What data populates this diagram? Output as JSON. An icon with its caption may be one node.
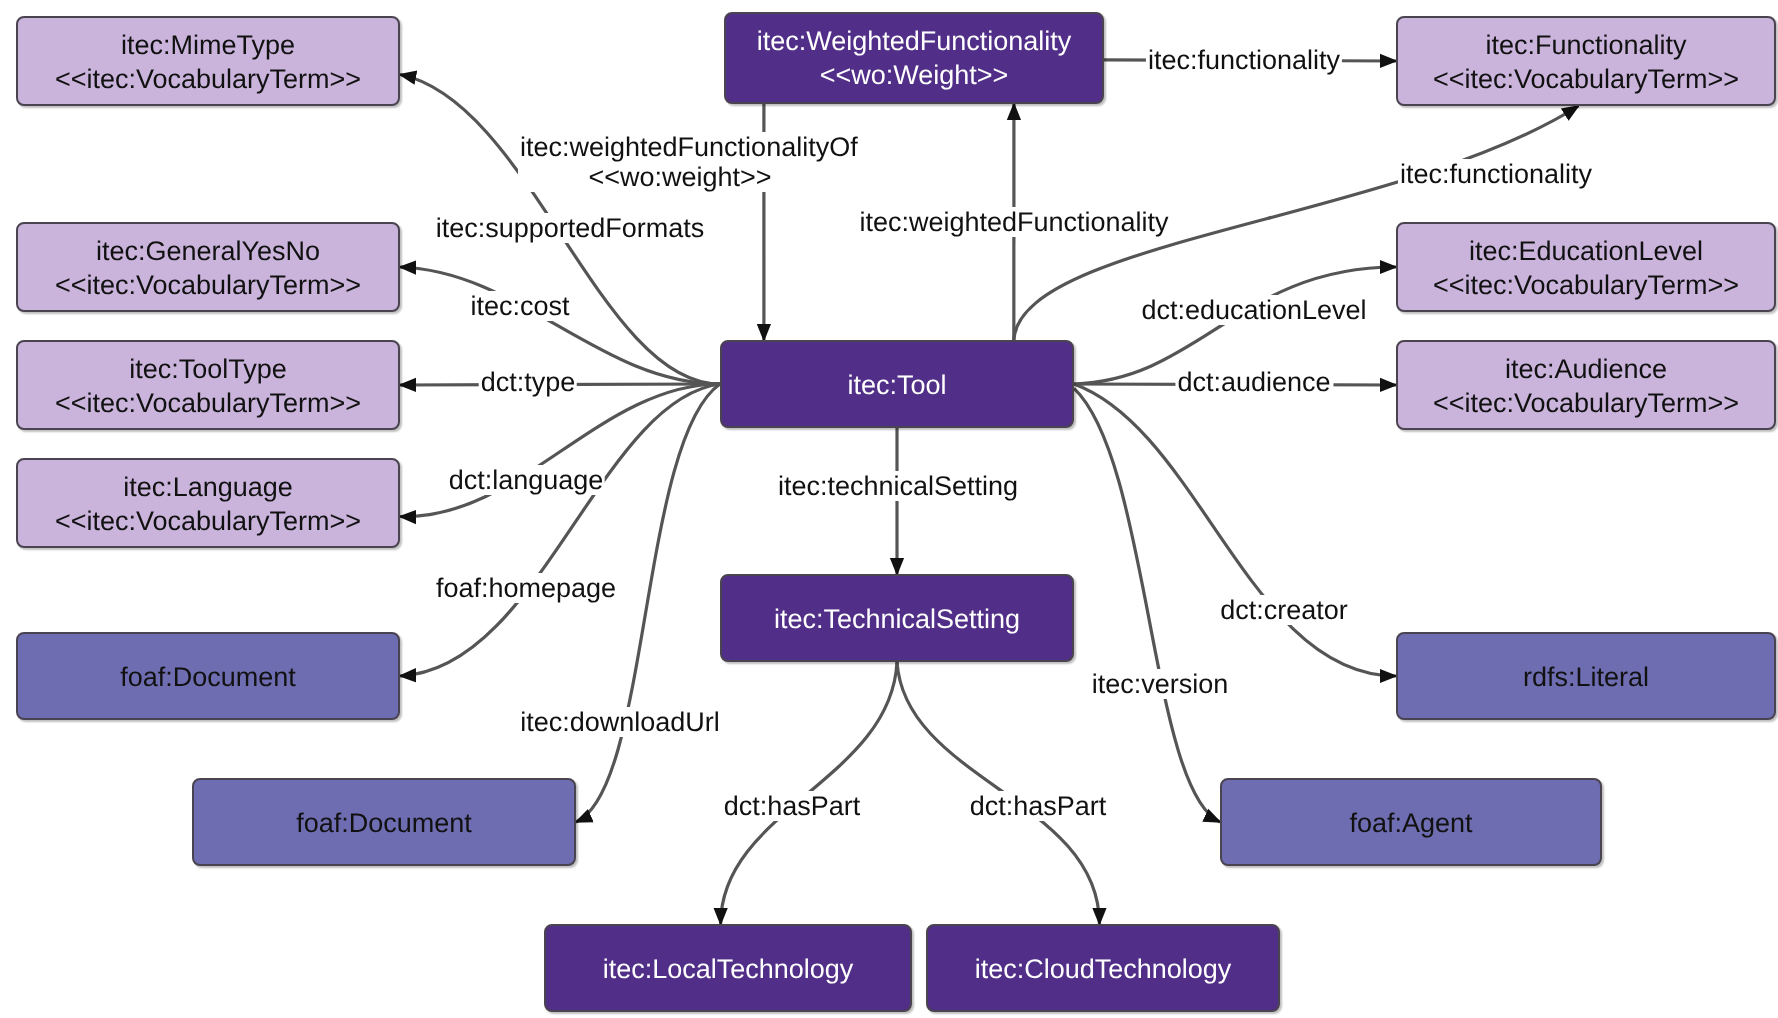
{
  "diagram": {
    "nodes": [
      {
        "text": [
          "itec:MimeType",
          "<<itec:VocabularyTerm>>"
        ]
      },
      {
        "text": [
          "itec:WeightedFunctionality",
          "<<wo:Weight>>"
        ]
      },
      {
        "text": [
          "itec:Functionality",
          "<<itec:VocabularyTerm>>"
        ]
      },
      {
        "text": [
          "itec:GeneralYesNo",
          "<<itec:VocabularyTerm>>"
        ]
      },
      {
        "text": [
          "itec:EducationLevel",
          "<<itec:VocabularyTerm>>"
        ]
      },
      {
        "text": [
          "itec:ToolType",
          "<<itec:VocabularyTerm>>"
        ]
      },
      {
        "text": [
          "itec:Tool"
        ]
      },
      {
        "text": [
          "itec:Audience",
          "<<itec:VocabularyTerm>>"
        ]
      },
      {
        "text": [
          "itec:Language",
          "<<itec:VocabularyTerm>>"
        ]
      },
      {
        "text": [
          "itec:TechnicalSetting"
        ]
      },
      {
        "text": [
          "foaf:Document"
        ]
      },
      {
        "text": [
          "rdfs:Literal"
        ]
      },
      {
        "text": [
          "foaf:Document"
        ]
      },
      {
        "text": [
          "foaf:Agent"
        ]
      },
      {
        "text": [
          "itec:LocalTechnology"
        ]
      },
      {
        "text": [
          "itec:CloudTechnology"
        ]
      }
    ],
    "edges": [
      {
        "from": 6,
        "to": 0,
        "arrow": "to",
        "label": "itec:supportedFormats"
      },
      {
        "from": 6,
        "to": 3,
        "arrow": "to",
        "label": "itec:cost"
      },
      {
        "from": 6,
        "to": 5,
        "arrow": "to",
        "label": "dct:type"
      },
      {
        "from": 6,
        "to": 8,
        "arrow": "to",
        "label": "dct:language"
      },
      {
        "from": 6,
        "to": 10,
        "arrow": "to",
        "label": "foaf:homepage"
      },
      {
        "from": 6,
        "to": 12,
        "arrow": "to",
        "label": "itec:downloadUrl"
      },
      {
        "from": 6,
        "to": 9,
        "arrow": "to",
        "label": "itec:technicalSetting"
      },
      {
        "from": 6,
        "to": 1,
        "arrow": "to",
        "label": "itec:weightedFunctionality"
      },
      {
        "from": 6,
        "to": 2,
        "arrow": "to",
        "label": "itec:functionality"
      },
      {
        "from": 6,
        "to": 4,
        "arrow": "to",
        "label": "dct:educationLevel"
      },
      {
        "from": 6,
        "to": 7,
        "arrow": "to",
        "label": "dct:audience"
      },
      {
        "from": 6,
        "to": 11,
        "arrow": "to",
        "label": "dct:creator"
      },
      {
        "from": 6,
        "to": 13,
        "arrow": "to",
        "label": "itec:version"
      },
      {
        "from": 1,
        "to": 6,
        "arrow": "to",
        "label": "itec:weightedFunctionalityOf <<wo:weight>>"
      },
      {
        "from": 1,
        "to": 2,
        "arrow": "to",
        "label": "itec:functionality"
      },
      {
        "from": 9,
        "to": 14,
        "arrow": "to",
        "label": "dct:hasPart"
      },
      {
        "from": 9,
        "to": 15,
        "arrow": "to",
        "label": "dct:hasPart"
      }
    ]
  }
}
